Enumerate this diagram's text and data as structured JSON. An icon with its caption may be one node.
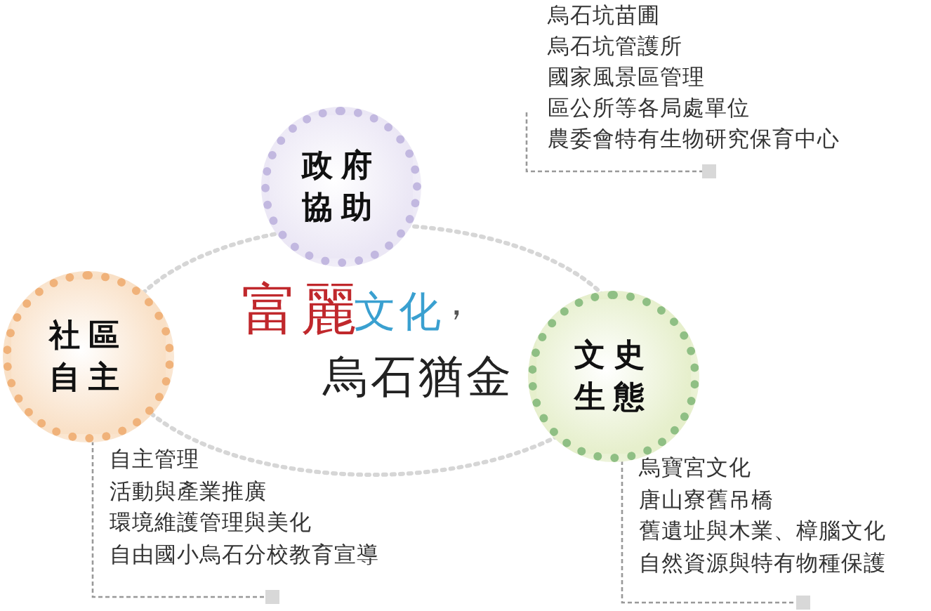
{
  "diagram": {
    "nodes": [
      {
        "text": [
          "政府協助"
        ]
      },
      {
        "text": [
          "社區自主"
        ]
      },
      {
        "text": [
          "文史生態"
        ]
      },
      {
        "text": [
          "富麗",
          "文化",
          "，",
          "烏石猶金"
        ]
      },
      {
        "text": [
          "烏石坑苗圃",
          "烏石坑管護所",
          "國家風景區管理",
          "區公所等各局處單位",
          "農委會特有生物研究保育中心"
        ]
      },
      {
        "text": [
          "自主管理",
          "活動與產業推廣",
          "環境維護管理與美化",
          "自由國小烏石分校教育宣導"
        ]
      },
      {
        "text": [
          "烏寶宮文化",
          "唐山寮舊吊橋",
          "舊遺址與木業、樟腦文化",
          "自然資源與特有物種保護"
        ]
      }
    ],
    "edges": [
      {
        "from": 1,
        "to": 5,
        "arrow": "other",
        "style": "dashed"
      },
      {
        "from": 2,
        "to": 6,
        "arrow": "other",
        "style": "dashed"
      }
    ]
  }
}
